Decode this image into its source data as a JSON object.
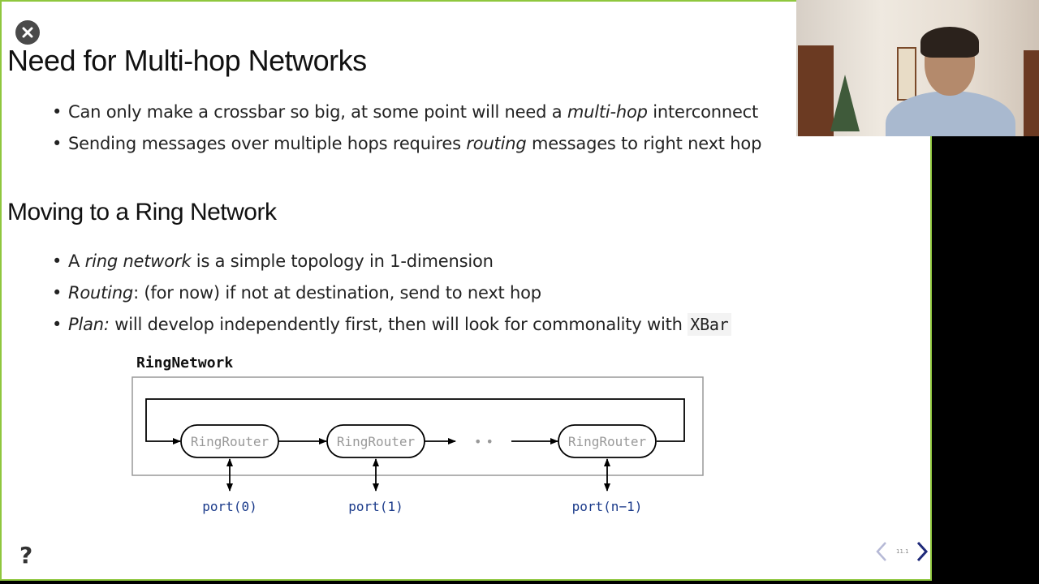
{
  "slide": {
    "title": "Need for Multi-hop Networks",
    "bullets1": [
      {
        "pre": "Can only make a crossbar so big, at some point will need a ",
        "em": "multi-hop",
        "post": " interconnect"
      },
      {
        "pre": "Sending messages over multiple hops requires ",
        "em": "routing",
        "post": " messages to right next hop"
      }
    ],
    "subtitle": "Moving to a Ring Network",
    "bullets2": [
      {
        "pre": "A ",
        "em": "ring network",
        "post": " is a simple topology in 1-dimension"
      },
      {
        "em": "Routing",
        "post": ": (for now) if not at destination, send to next hop"
      },
      {
        "em": "Plan:",
        "post": " will develop independently first, then will look for commonality with ",
        "code": "XBar"
      }
    ],
    "diagram": {
      "title": "RingNetwork",
      "routers": [
        "RingRouter",
        "RingRouter",
        "RingRouter"
      ],
      "ellipsis": "• •",
      "ports": [
        "port(0)",
        "port(1)",
        "port(n−1)"
      ]
    },
    "slide_number": "11.1"
  },
  "controls": {
    "help_label": "?"
  },
  "colors": {
    "accent_border": "#8fc73e",
    "port_text": "#1a3a8a",
    "nav_active": "#1f2a7a",
    "nav_inactive": "#b6b9d6"
  }
}
